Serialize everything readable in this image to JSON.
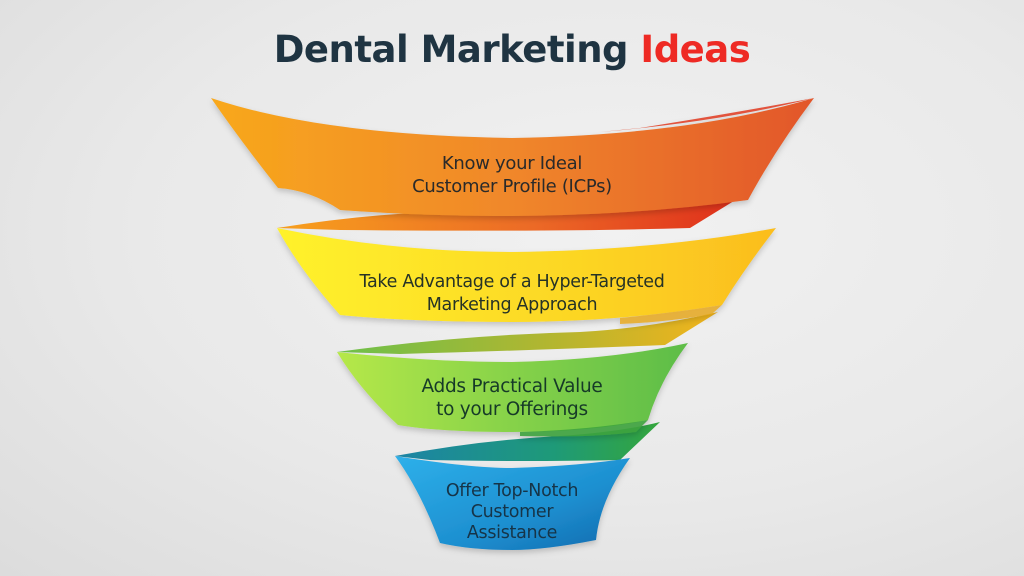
{
  "title": {
    "main": "Dental Marketing",
    "accent": "Ideas",
    "main_color": "#1f3442",
    "accent_color": "#ee2a24"
  },
  "funnel": {
    "type": "funnel",
    "stages": [
      {
        "order": 1,
        "lines": [
          "Know your Ideal",
          "Customer Profile (ICPs)"
        ],
        "color_start": "#f8a51b",
        "color_end": "#e2562a"
      },
      {
        "order": 2,
        "lines": [
          "Take Advantage of a Hyper-Targeted",
          "Marketing Approach"
        ],
        "color_start": "#fbee2a",
        "color_end": "#fbc21e"
      },
      {
        "order": 3,
        "lines": [
          "Adds Practical Value",
          "to your Offerings"
        ],
        "color_start": "#a8e04a",
        "color_end": "#5fbf45"
      },
      {
        "order": 4,
        "lines": [
          "Offer Top-Notch",
          "Customer",
          "Assistance"
        ],
        "color_start": "#2aa7e2",
        "color_end": "#1579bd"
      }
    ]
  }
}
